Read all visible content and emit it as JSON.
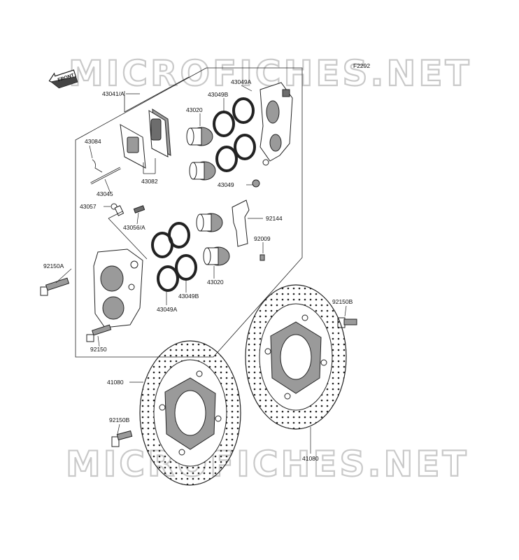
{
  "figure_code": "F2292",
  "front_tag": "FRONT",
  "watermark": "MICROFICHES.NET",
  "labels": {
    "p43041A": "43041/A",
    "p43049A_top": "43049A",
    "p43049B_top": "43049B",
    "p43020_top": "43020",
    "p43084": "43084",
    "p43082": "43082",
    "p43045": "43045",
    "p43049": "43049",
    "p43057": "43057",
    "p43056A": "43056/A",
    "p92144": "92144",
    "p92009": "92009",
    "p92150A": "92150A",
    "p43020_bot": "43020",
    "p43049B_bot": "43049B",
    "p43049A_bot": "43049A",
    "p92150": "92150",
    "p92150B_right": "92150B",
    "p41080_left": "41080",
    "p92150B_left": "92150B",
    "p41080_right": "41080"
  }
}
